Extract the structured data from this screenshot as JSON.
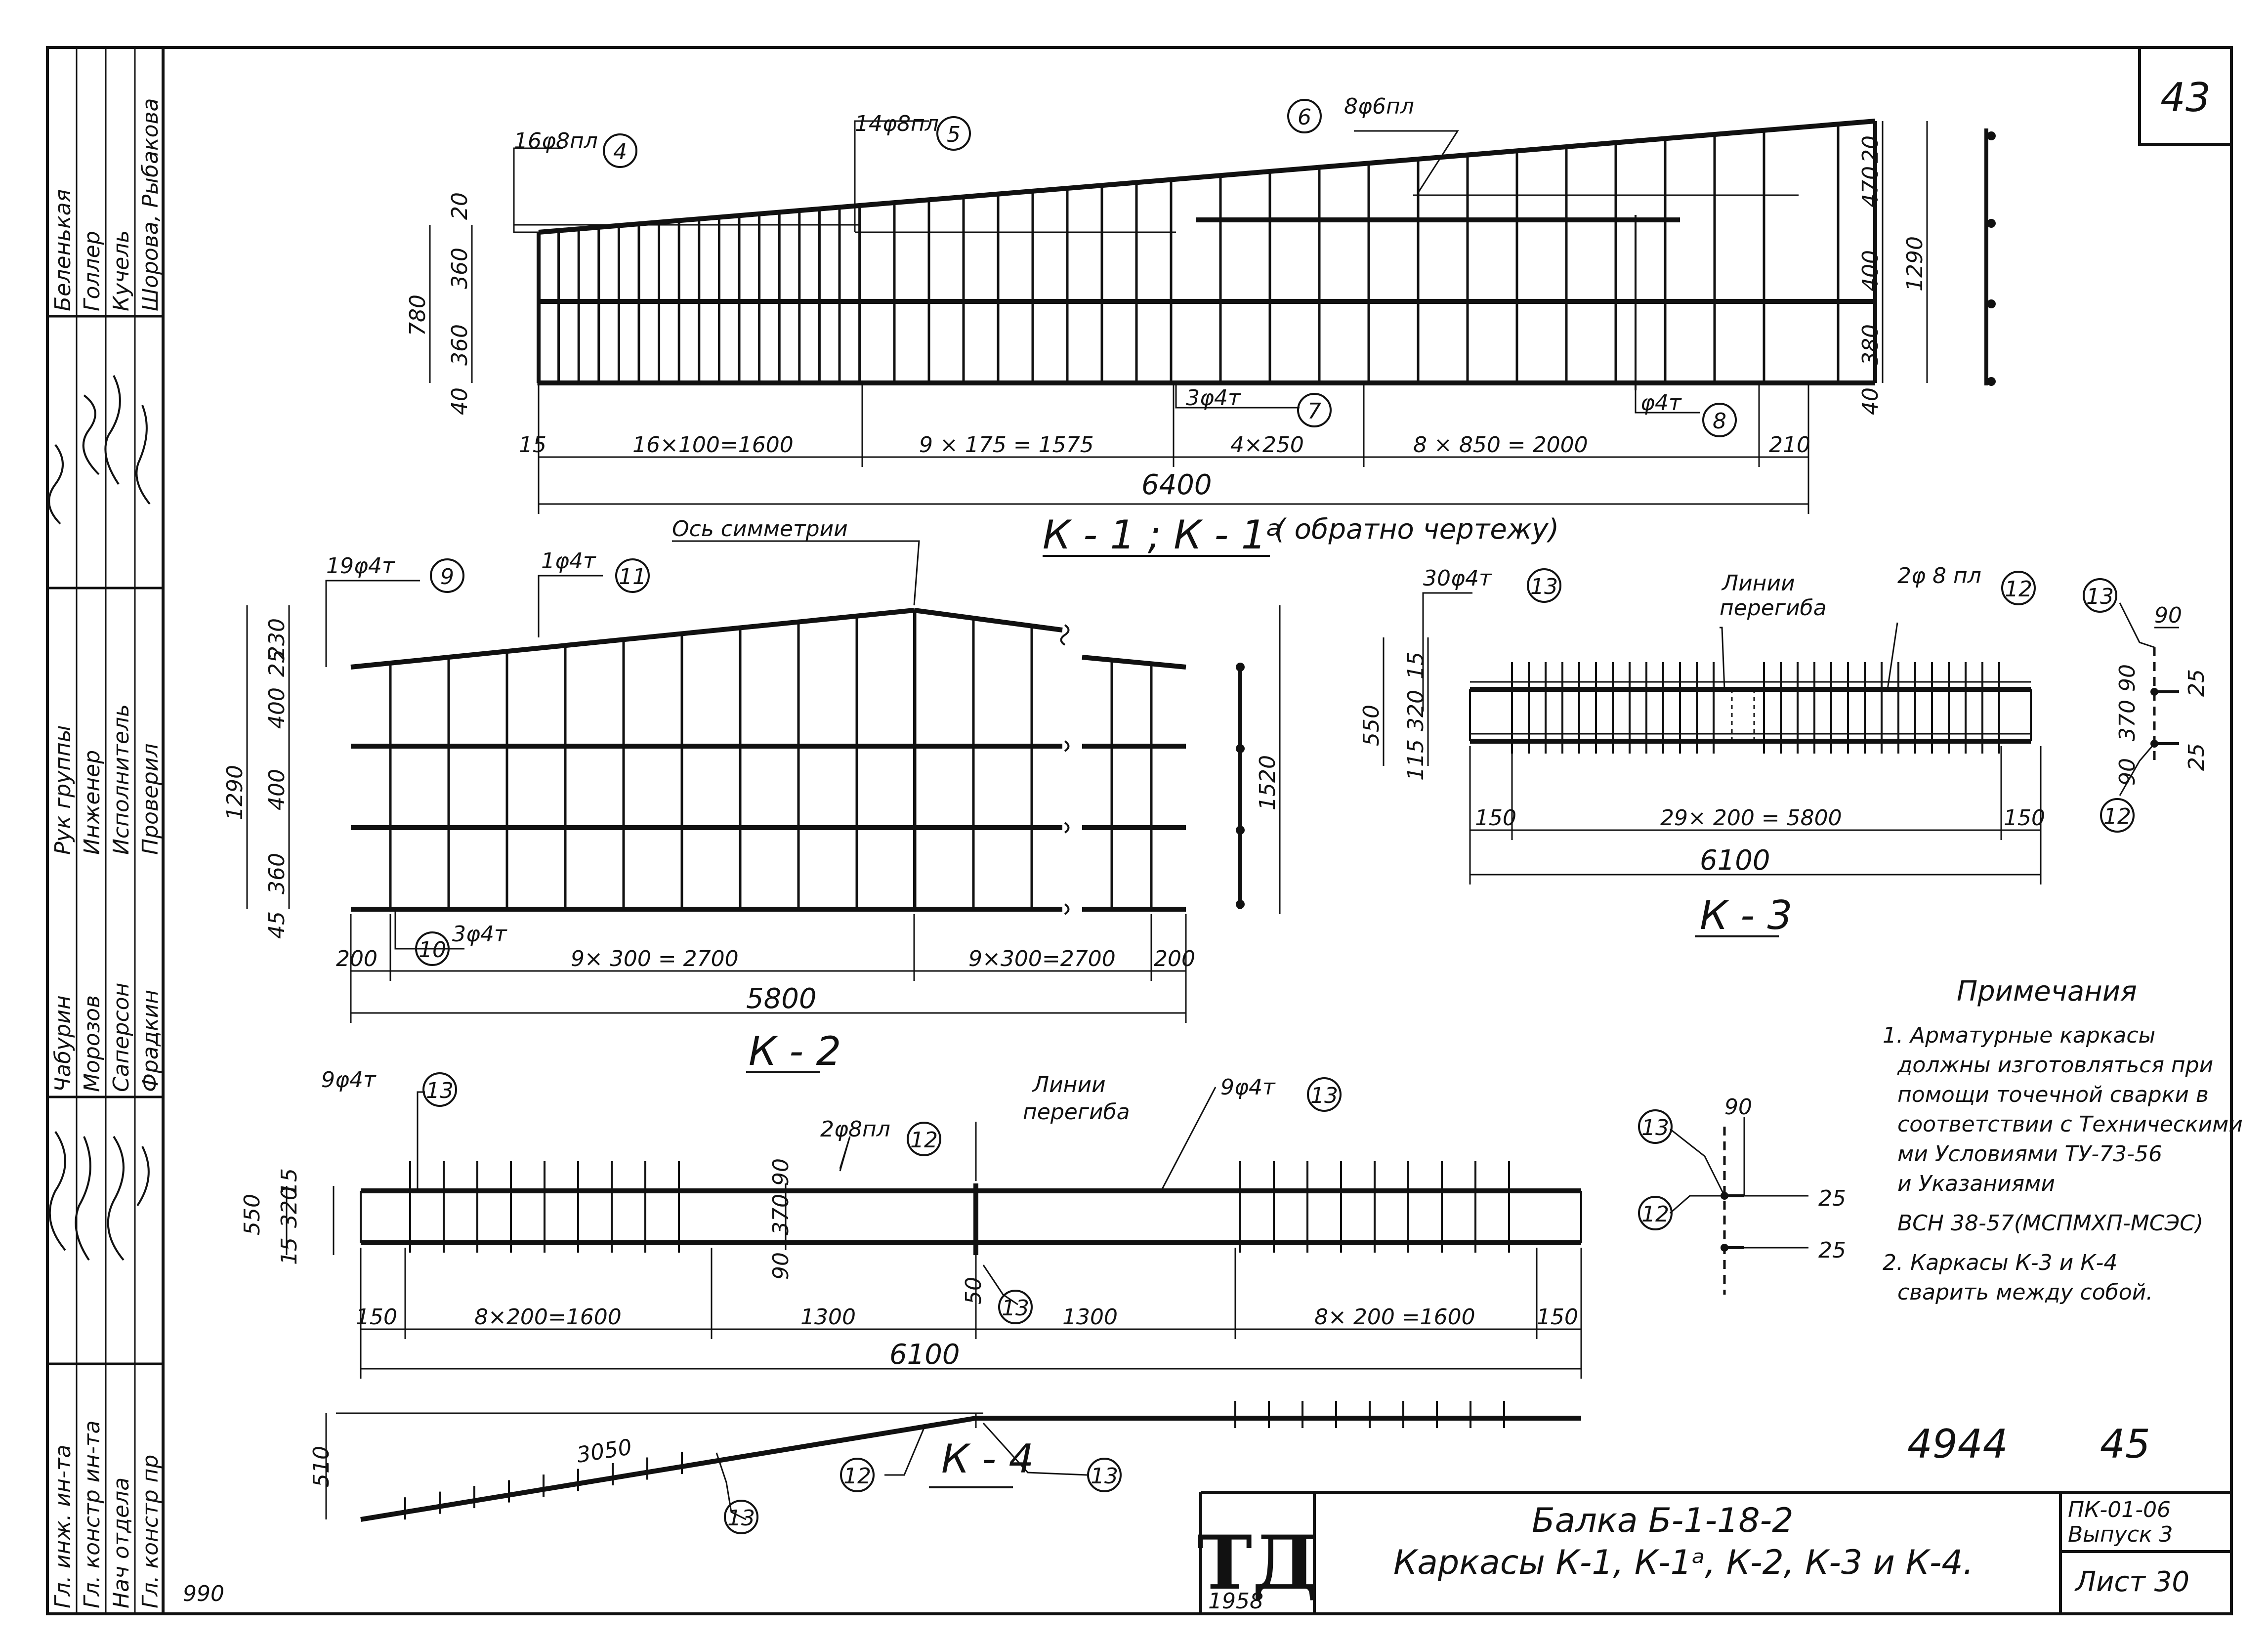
{
  "sheet": {
    "page_number": "43",
    "doc_number": "4944",
    "sheet_number_big": "45",
    "corner_mark": "990"
  },
  "left_strip": {
    "block1": [
      "Беленькая",
      "Голлер",
      "Кучель",
      "Шорова, Рыбакова"
    ],
    "block2": [
      "Рук группы",
      "Инженер",
      "Исполнитель",
      "Проверил"
    ],
    "block3": [
      "Чабурин",
      "Морозов",
      "Саперсон",
      "Фрадкин"
    ],
    "block4": [
      "Гл. инж. ин-та",
      "Гл. констр ин-та",
      "Нач отдела",
      "Гл. констр пр"
    ]
  },
  "k1": {
    "title": "К - 1 ;  К - 1ᵃ",
    "title_note": "( обратно чертежу)",
    "callouts": [
      {
        "num": "4",
        "text": "16φ8пл"
      },
      {
        "num": "5",
        "text": "14φ8пл"
      },
      {
        "num": "6",
        "text": "8φ6пл"
      },
      {
        "num": "7",
        "text": "3φ4т"
      },
      {
        "num": "8",
        "text": "φ4т"
      }
    ],
    "dims_bottom": [
      "15",
      "16×100=1600",
      "9 × 175 = 1575",
      "4×250",
      "8 × 850 = 2000",
      "210"
    ],
    "total": "6400",
    "dims_left": [
      "20",
      "360",
      "360",
      "40"
    ],
    "dim_left_total": "780",
    "dims_right": [
      "20",
      "470",
      "400",
      "380",
      "40"
    ],
    "dim_right_total": "1290"
  },
  "k2": {
    "title": "К - 2",
    "axis_label": "Ось симметрии",
    "callouts": [
      {
        "num": "9",
        "text": "19φ4т"
      },
      {
        "num": "11",
        "text": "1φ4т"
      },
      {
        "num": "10",
        "text": "3φ4т"
      }
    ],
    "dims_bottom": [
      "200",
      "9× 300 = 2700",
      "9×300=2700",
      "200"
    ],
    "total": "5800",
    "dims_left": [
      "230",
      "25",
      "400",
      "400",
      "360",
      "45"
    ],
    "dim_left_total": "1290",
    "dim_right": "1520"
  },
  "k3": {
    "title": "К - 3",
    "bend_label_1": "Линии",
    "bend_label_2": "перегиба",
    "callouts": [
      {
        "num": "13",
        "text": "30φ4т"
      },
      {
        "num": "12",
        "text": "2φ 8 пл"
      }
    ],
    "dims_bottom": [
      "150",
      "29× 200 = 5800",
      "150"
    ],
    "total": "6100",
    "dims_left": [
      "550",
      "320",
      "15",
      "115"
    ],
    "section_dims": [
      "90",
      "90",
      "370",
      "90",
      "25",
      "25"
    ]
  },
  "k4": {
    "title": "К - 4",
    "bend_label_1": "Линии",
    "bend_label_2": "перегиба",
    "callouts": [
      {
        "num": "13",
        "text": "9φ4т"
      },
      {
        "num": "12",
        "text": "2φ8пл"
      },
      {
        "num": "13",
        "text": "9φ4т"
      }
    ],
    "dims_bottom": [
      "150",
      "8×200=1600",
      "1300",
      "1300",
      "8× 200 =1600",
      "150"
    ],
    "total": "6100",
    "dims_left": [
      "550",
      "320",
      "15",
      "15"
    ],
    "inner_dims": [
      "90",
      "370",
      "90",
      "50"
    ],
    "lower_dims": [
      "510",
      "3050"
    ],
    "section_dims": [
      "90",
      "25",
      "25"
    ]
  },
  "notes": {
    "heading": "Примечания",
    "lines": [
      "1. Арматурные каркасы",
      "должны изготовляться при",
      "помощи точечной сварки в",
      "соответствии с Техническими",
      "ми Условиями ТУ-73-56",
      "и Указаниями",
      "ВСН 38-57(МСПМХП-МСЭС)",
      "2. Каркасы К-3 и К-4",
      "сварить между собой."
    ]
  },
  "title_block": {
    "logo": "ТД",
    "year": "1958",
    "line1": "Балка  Б-1-18-2",
    "line2": "Каркасы К-1, К-1ᵃ, К-2, К-3 и К-4.",
    "series": "ПК-01-06",
    "issue": "Выпуск 3",
    "sheet_label": "Лист 30"
  }
}
